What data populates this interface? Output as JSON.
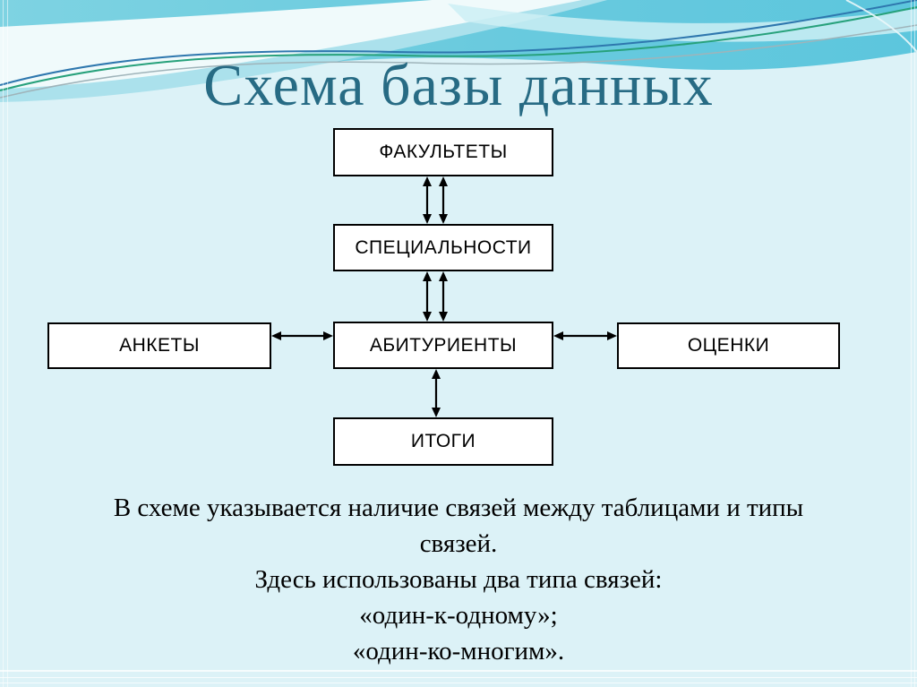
{
  "slide": {
    "title": "Схема базы данных"
  },
  "colors": {
    "page_background": "#dcf2f7",
    "title_text": "#276b84",
    "header_cyan": "#6fcfe0",
    "accent_green": "#27a17b",
    "accent_blue": "#2e77ae",
    "accent_gray": "#9fb4ba",
    "box_fill": "#ffffff",
    "box_border": "#000000",
    "arrow": "#000000",
    "body_text": "#000000"
  },
  "diagram": {
    "nodes": [
      {
        "id": "faculties",
        "label": "ФАКУЛЬТЕТЫ"
      },
      {
        "id": "specialties",
        "label": "СПЕЦИАЛЬНОСТИ"
      },
      {
        "id": "applicants",
        "label": "АБИТУРИЕНТЫ"
      },
      {
        "id": "forms",
        "label": "АНКЕТЫ"
      },
      {
        "id": "grades",
        "label": "ОЦЕНКИ"
      },
      {
        "id": "results",
        "label": "ИТОГИ"
      }
    ],
    "edges": [
      {
        "from": "ФАКУЛЬТЕТЫ",
        "to": "СПЕЦИАЛЬНОСТИ",
        "connectors": 2,
        "direction": "bidirectional"
      },
      {
        "from": "СПЕЦИАЛЬНОСТИ",
        "to": "АБИТУРИЕНТЫ",
        "connectors": 2,
        "direction": "bidirectional"
      },
      {
        "from": "АНКЕТЫ",
        "to": "АБИТУРИЕНТЫ",
        "connectors": 1,
        "direction": "bidirectional"
      },
      {
        "from": "АБИТУРИЕНТЫ",
        "to": "ОЦЕНКИ",
        "connectors": 1,
        "direction": "bidirectional"
      },
      {
        "from": "АБИТУРИЕНТЫ",
        "to": "ИТОГИ",
        "connectors": 1,
        "direction": "bidirectional"
      }
    ]
  },
  "description": {
    "lines": [
      "В схеме указывается наличие связей между таблицами и типы",
      "связей.",
      "Здесь использованы два типа связей:",
      "«один-к-одному»;",
      "«один-ко-многим»."
    ]
  }
}
